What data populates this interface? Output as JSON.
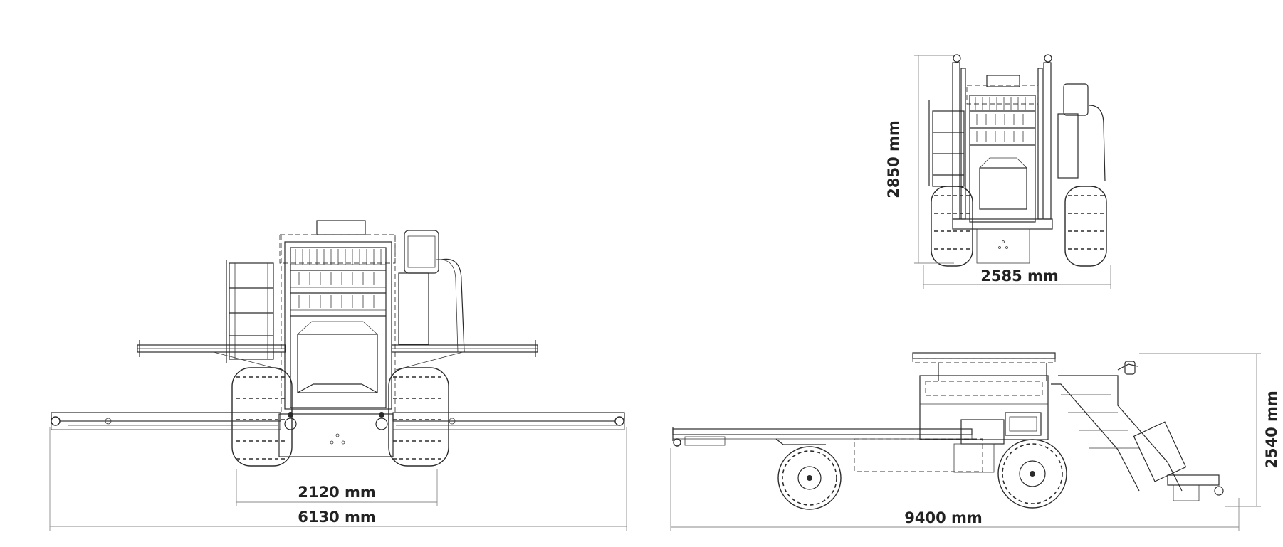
{
  "views": {
    "front_large": {
      "dim_track": "2120 mm",
      "dim_width": "6130 mm"
    },
    "front_small": {
      "dim_height": "2850 mm",
      "dim_width": "2585 mm"
    },
    "side": {
      "dim_length": "9400 mm",
      "dim_height": "2540 mm"
    }
  },
  "colors": {
    "line": "#2b2b2b",
    "dimension_line": "#8a8a8a",
    "text": "#222222",
    "background": "#ffffff"
  }
}
